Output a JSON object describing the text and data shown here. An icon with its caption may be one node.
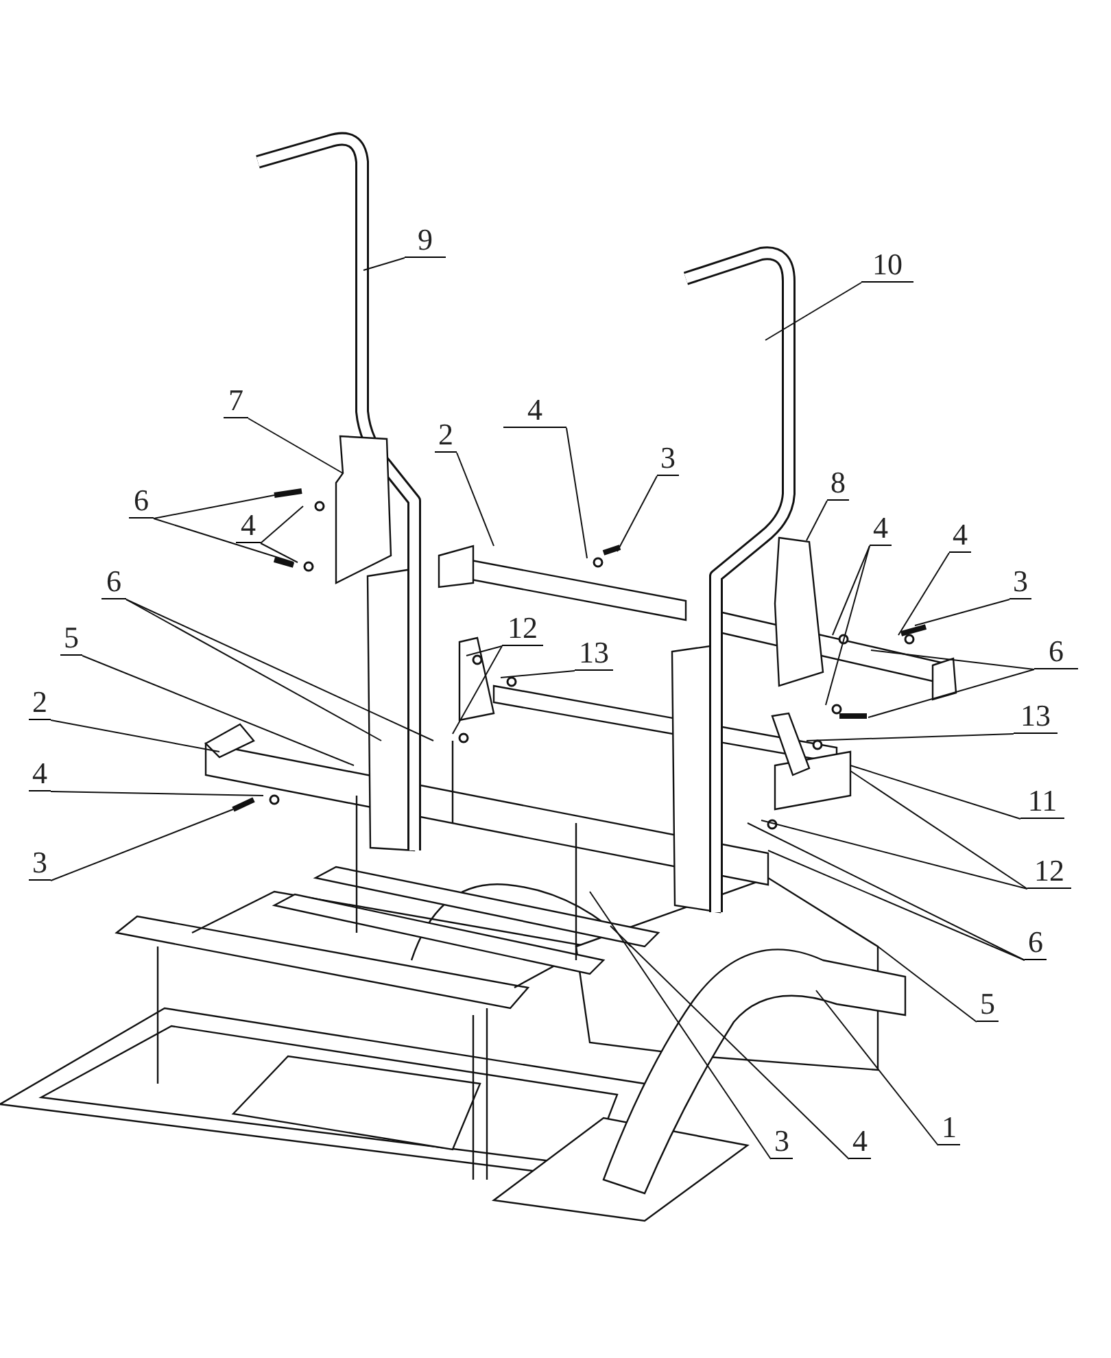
{
  "diagram": {
    "nodes": [
      {
        "text": [
          "9"
        ]
      },
      {
        "text": [
          "10"
        ]
      },
      {
        "text": [
          "7"
        ]
      },
      {
        "text": [
          "2"
        ]
      },
      {
        "text": [
          "4"
        ]
      },
      {
        "text": [
          "3"
        ]
      },
      {
        "text": [
          "8"
        ]
      },
      {
        "text": [
          "6"
        ]
      },
      {
        "text": [
          "4"
        ]
      },
      {
        "text": [
          "4"
        ]
      },
      {
        "text": [
          "4"
        ]
      },
      {
        "text": [
          "3"
        ]
      },
      {
        "text": [
          "6"
        ]
      },
      {
        "text": [
          "6"
        ]
      },
      {
        "text": [
          "5"
        ]
      },
      {
        "text": [
          "12"
        ]
      },
      {
        "text": [
          "13"
        ]
      },
      {
        "text": [
          "2"
        ]
      },
      {
        "text": [
          "13"
        ]
      },
      {
        "text": [
          "4"
        ]
      },
      {
        "text": [
          "3"
        ]
      },
      {
        "text": [
          "11"
        ]
      },
      {
        "text": [
          "12"
        ]
      },
      {
        "text": [
          "6"
        ]
      },
      {
        "text": [
          "5"
        ]
      },
      {
        "text": [
          "3"
        ]
      },
      {
        "text": [
          "4"
        ]
      },
      {
        "text": [
          "1"
        ]
      }
    ],
    "edges": [
      {
        "from": 0,
        "to": null,
        "arrow": "none"
      },
      {
        "from": 1,
        "to": null,
        "arrow": "none"
      },
      {
        "from": 2,
        "to": null,
        "arrow": "none"
      },
      {
        "from": 3,
        "to": null,
        "arrow": "none"
      },
      {
        "from": 4,
        "to": null,
        "arrow": "none"
      },
      {
        "from": 5,
        "to": null,
        "arrow": "none"
      },
      {
        "from": 6,
        "to": null,
        "arrow": "none"
      },
      {
        "from": 7,
        "to": null,
        "arrow": "none"
      },
      {
        "from": 7,
        "to": null,
        "arrow": "none"
      },
      {
        "from": 8,
        "to": null,
        "arrow": "none"
      },
      {
        "from": 8,
        "to": null,
        "arrow": "none"
      },
      {
        "from": 9,
        "to": null,
        "arrow": "none"
      },
      {
        "from": 9,
        "to": null,
        "arrow": "none"
      },
      {
        "from": 10,
        "to": null,
        "arrow": "none"
      },
      {
        "from": 11,
        "to": null,
        "arrow": "none"
      },
      {
        "from": 12,
        "to": null,
        "arrow": "none"
      },
      {
        "from": 12,
        "to": null,
        "arrow": "none"
      },
      {
        "from": 13,
        "to": null,
        "arrow": "none"
      },
      {
        "from": 13,
        "to": null,
        "arrow": "none"
      },
      {
        "from": 14,
        "to": null,
        "arrow": "none"
      },
      {
        "from": 15,
        "to": null,
        "arrow": "none"
      },
      {
        "from": 15,
        "to": null,
        "arrow": "none"
      },
      {
        "from": 16,
        "to": null,
        "arrow": "none"
      },
      {
        "from": 17,
        "to": null,
        "arrow": "none"
      },
      {
        "from": 18,
        "to": null,
        "arrow": "none"
      },
      {
        "from": 19,
        "to": null,
        "arrow": "none"
      },
      {
        "from": 20,
        "to": null,
        "arrow": "none"
      },
      {
        "from": 21,
        "to": null,
        "arrow": "none"
      },
      {
        "from": 22,
        "to": null,
        "arrow": "none"
      },
      {
        "from": 22,
        "to": null,
        "arrow": "none"
      },
      {
        "from": 23,
        "to": null,
        "arrow": "none"
      },
      {
        "from": 23,
        "to": null,
        "arrow": "none"
      },
      {
        "from": 24,
        "to": null,
        "arrow": "none"
      },
      {
        "from": 25,
        "to": null,
        "arrow": "none"
      },
      {
        "from": 26,
        "to": null,
        "arrow": "none"
      },
      {
        "from": 27,
        "to": null,
        "arrow": "none"
      }
    ]
  }
}
